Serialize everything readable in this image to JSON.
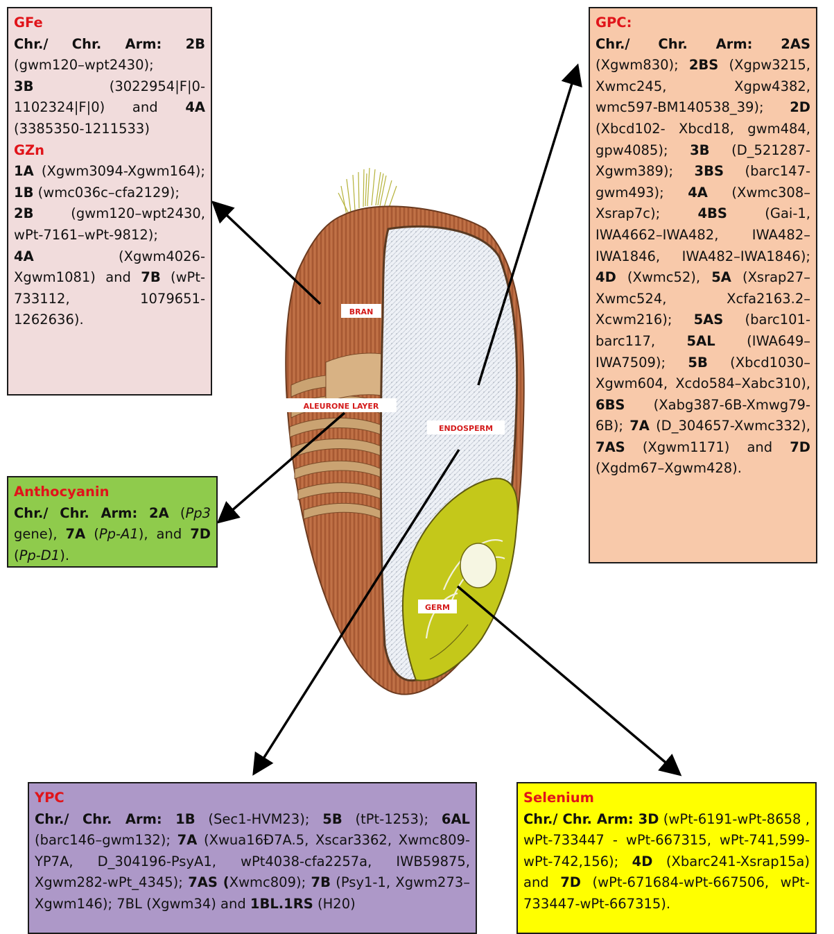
{
  "gfe_box": {
    "title_gfe": "GFe",
    "gfe_lines": [
      "<b>Chr./ Chr. Arm: 2B</b> (gwm120–wpt2430);",
      "<b>3B</b> (3022954|F|0-1102324|F|0) and <b>4A</b> (3385350-1211533)"
    ],
    "title_gzn": "GZn",
    "gzn_lines": [
      "<b>1A</b> (Xgwm3094-Xgwm164); <b>1B</b> (wmc036c–cfa2129);",
      "<b>2B</b> (gwm120–wpt2430, wPt-7161–wPt-9812);",
      "<b>4A</b> (Xgwm4026-Xgwm1081) and <b>7B</b> (wPt-733112, 1079651-1262636)."
    ]
  },
  "gpc_box": {
    "title": "GPC:",
    "text": "<b>Chr./ Chr. Arm: 2AS</b> (Xgwm830); <b>2BS</b> (Xgpw3215, Xwmc245, Xgpw4382, wmc597-BM140538_39); <b>2D</b> (Xbcd102- Xbcd18, gwm484, gpw4085); <b>3B</b> (D_521287-Xgwm389); <b>3BS</b> (barc147-gwm493); <b>4A</b> (Xwmc308–Xsrap7c); <b>4BS</b> (Gai-1, IWA4662–IWA482, IWA482–IWA1846, IWA482–IWA1846); <b>4D</b> (Xwmc52), <b>5A</b> (Xsrap27–Xwmc524, Xcfa2163.2–Xcwm216); <b>5AS</b> (barc101-barc117, <b>5AL</b> (IWA649–IWA7509); <b>5B</b> (Xbcd1030–Xgwm604, Xcdo584–Xabc310), <b>6BS</b> (Xabg387-6B-Xmwg79-6B); <b>7A</b> (D_304657-Xwmc332), <b>7AS</b> (Xgwm1171) and <b>7D</b> (Xgdm67–Xgwm428)."
  },
  "anthocyanin_box": {
    "title": "Anthocyanin",
    "text": "<b>Chr./ Chr. Arm: 2A</b> (<i>Pp3</i> gene), <b>7A</b> (<i>Pp-A1</i>), and <b>7D</b> (<i>Pp-D1</i>)."
  },
  "ypc_box": {
    "title": "YPC",
    "text": "<b>Chr./ Chr. Arm: 1B</b> (Sec1-HVM23); <b>5B</b> (tPt-1253); <b>6AL</b> (barc146–gwm132); <b>7A</b> (Xwua16Ð7A.5, Xscar3362, Xwmc809-YP7A, D_304196-PsyA1, wPt4038-cfa2257a, IWB59875, Xgwm282-wPt_4345); <b>7AS (</b>Xwmc809); <b>7B</b> (Psy1-1, Xgwm273–Xgwm146); 7BL (Xgwm34) and <b>1BL.1RS</b> (H20)"
  },
  "selenium_box": {
    "title": "Selenium",
    "text": "<b>Chr./ Chr. Arm: 3D</b> (wPt-6191-wPt-8658 , wPt-733447 - wPt-667315, wPt-741,599-wPt-742,156); <b>4D</b> (Xbarc241-Xsrap15a) and <b>7D</b> (wPt-671684-wPt-667506, wPt-733447-wPt-667315)."
  },
  "grain_labels": {
    "bran": "BRAN",
    "aleurone": "ALEURONE LAYER",
    "endosperm": "ENDOSPERM",
    "germ": "GERM"
  },
  "colors": {
    "title_red": "#e0141a",
    "gfe_box_bg": "#f1dcdc",
    "gpc_box_bg": "#f8c9aa",
    "anthocyanin_box_bg": "#8fcb4c",
    "ypc_box_bg": "#ad98c8",
    "selenium_box_bg": "#ffff00",
    "bran": "#b8673e",
    "endosperm": "#eef1f6",
    "germ": "#c4c81a"
  }
}
